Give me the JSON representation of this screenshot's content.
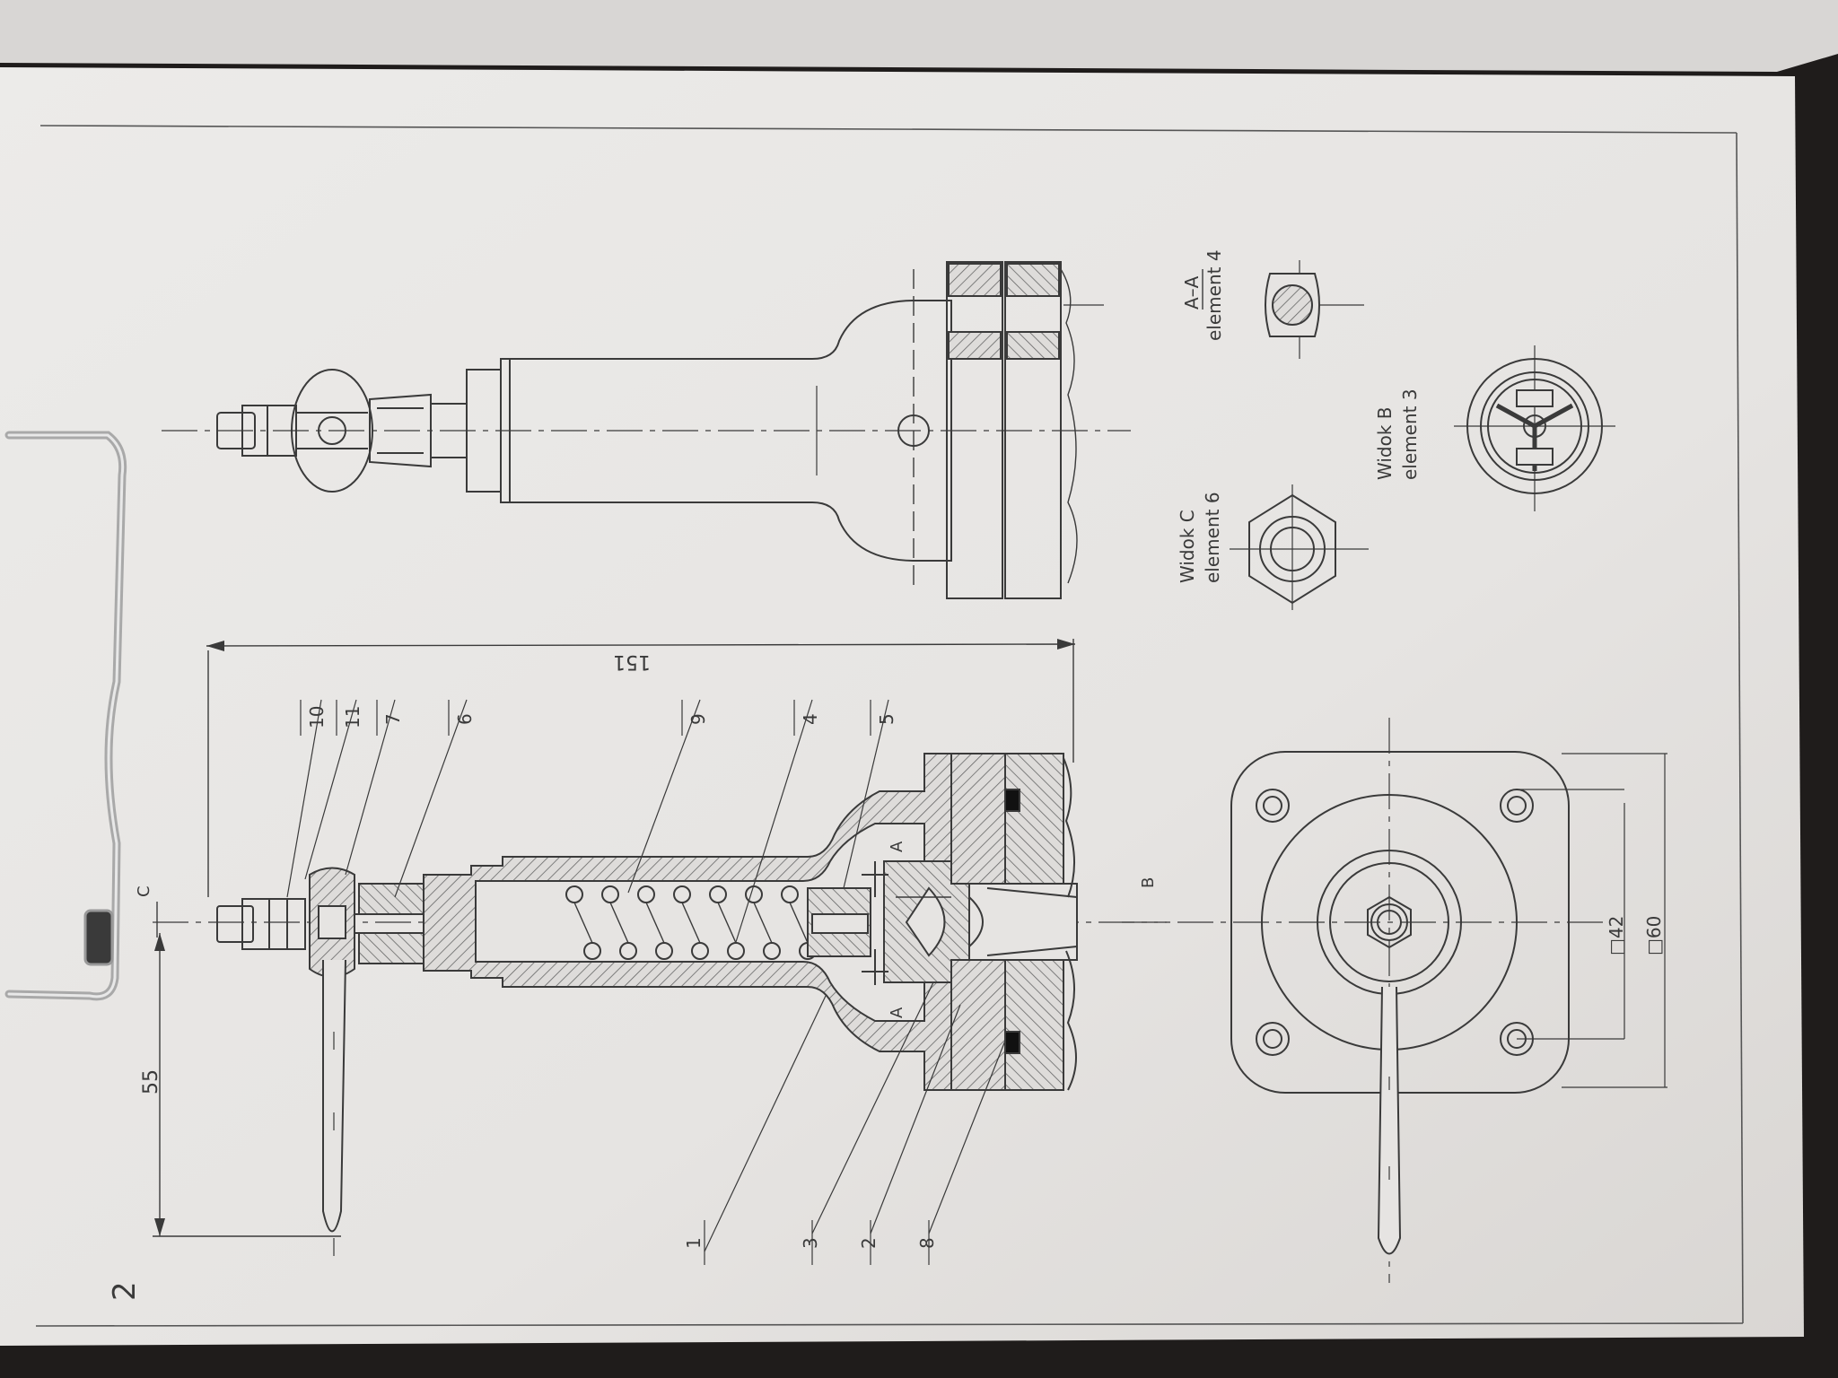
{
  "sheet": {
    "page_number": "2"
  },
  "section_view": {
    "part_labels": [
      {
        "id": "10",
        "text": "10"
      },
      {
        "id": "11",
        "text": "11"
      },
      {
        "id": "7",
        "text": "7"
      },
      {
        "id": "6",
        "text": "6"
      },
      {
        "id": "9",
        "text": "9"
      },
      {
        "id": "4",
        "text": "4"
      },
      {
        "id": "5",
        "text": "5"
      },
      {
        "id": "1",
        "text": "1"
      },
      {
        "id": "3",
        "text": "3"
      },
      {
        "id": "2",
        "text": "2"
      },
      {
        "id": "8",
        "text": "8"
      }
    ],
    "dim_total": "151",
    "dim_handle": "55",
    "view_arrow_c": "C",
    "view_arrow_b": "B",
    "section_a_left": "A",
    "section_a_right": "A"
  },
  "bottom_view": {
    "dim_inner": "□42",
    "dim_outer": "□60"
  },
  "detail_views": {
    "section_aa_title": "A–A",
    "section_aa_sub": "element 4",
    "view_c_title": "Widok C",
    "view_c_sub": "element 6",
    "view_b_title": "Widok B",
    "view_b_sub": "element 3"
  },
  "colors": {
    "paper": "#e9e7e5",
    "clipboard": "#2a2624",
    "ink": "#3a3a3a",
    "hatch": "#6a6a6a"
  }
}
